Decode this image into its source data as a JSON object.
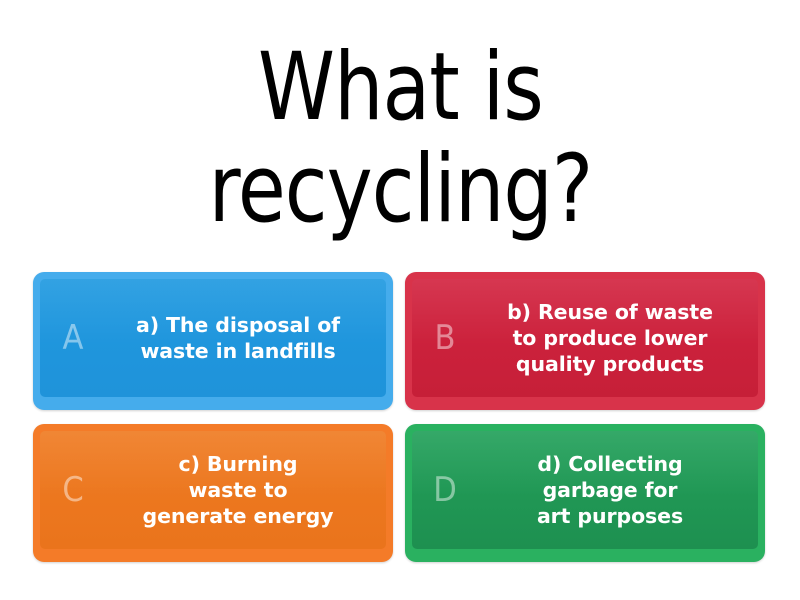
{
  "slide": {
    "background_color": "#ffffff",
    "question": "What is\nrecycling?"
  },
  "answers": [
    {
      "letter": "A",
      "text": "a) The disposal of\nwaste in landfills",
      "color": "#1f99e0",
      "rim_color": "#45acec",
      "name": "answer-option-a"
    },
    {
      "letter": "B",
      "text": "b) Reuse of waste\nto produce lower\nquality products",
      "color": "#d22440",
      "rim_color": "#d8334a",
      "name": "answer-option-b"
    },
    {
      "letter": "C",
      "text": "c) Burning\nwaste to\ngenerate energy",
      "color": "#ef7b22",
      "rim_color": "#f47b28",
      "name": "answer-option-c"
    },
    {
      "letter": "D",
      "text": "d) Collecting\ngarbage for\nart purposes",
      "color": "#22a05a",
      "rim_color": "#2ab160",
      "name": "answer-option-d"
    }
  ]
}
